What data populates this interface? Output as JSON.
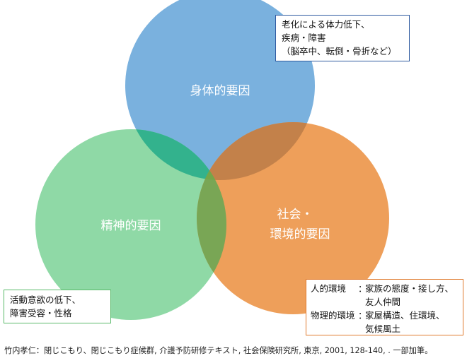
{
  "diagram": {
    "circles": {
      "physical": {
        "label": "身体的要因",
        "color": "#7ab1de"
      },
      "mental": {
        "label": "精神的要因",
        "color": "#8fd9a6"
      },
      "social": {
        "label_line1": "社会・",
        "label_line2": "環境的要因",
        "color": "#ee9f5a"
      }
    },
    "overlap_colors": {
      "physical_mental": "#33b28d",
      "physical_social": "#c3814a",
      "mental_social": "#79a655",
      "center": "#74a649"
    }
  },
  "boxes": {
    "physical": {
      "lines": [
        "老化による体力低下、",
        "疾病・障害",
        "（脳卒中、転倒・骨折など）"
      ]
    },
    "mental": {
      "lines": [
        "活動意欲の低下、",
        "障害受容・性格"
      ]
    },
    "social": {
      "human_env_key": "人的環境",
      "human_env_sep": "：",
      "human_env_line1": "家族の態度・接し方、",
      "human_env_line2": "友人仲間",
      "physical_env_key": "物理的環境",
      "physical_env_sep": "：",
      "physical_env_line1": "家屋構造、住環境、",
      "physical_env_line2": "気候風土"
    }
  },
  "citation": "竹内孝仁：閉じこもり、閉じこもり症候群, 介護予防研修テキスト, 社会保険研究所, 東京, 2001, 128-140, . 一部加筆。"
}
